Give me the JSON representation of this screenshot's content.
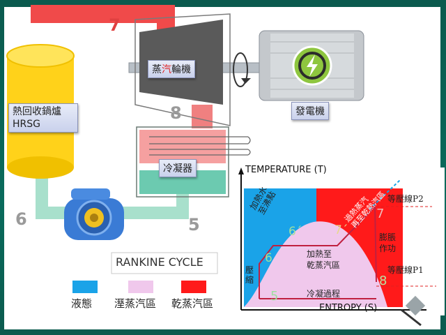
{
  "labels": {
    "turbine_part1": "蒸",
    "turbine_part2": "汽",
    "turbine_part3": "輪機",
    "hrsg_line1": "熱回收鍋爐",
    "hrsg_line2": "HRSG",
    "generator": "發電機",
    "condenser": "冷凝器",
    "rankine": "RANKINE CYCLE"
  },
  "numbers": {
    "n7": "7",
    "n8": "8",
    "n6": "6",
    "n5": "5"
  },
  "legend": [
    {
      "label": "液態",
      "color": "#1aa3e8"
    },
    {
      "label": "溼蒸汽區",
      "color": "#f0c8ec"
    },
    {
      "label": "乾蒸汽區",
      "color": "#ff1a1a"
    }
  ],
  "ts_diagram": {
    "y_axis": "TEMPERATURE (T)",
    "x_axis": "ENTROPY (S)",
    "text_heat_water_line1": "加熱水",
    "text_heat_water_line2": "至沸點",
    "text_superheat_line1": "過熱蒸汽",
    "text_superheat_line2": "再至乾熱汽區",
    "text_heat_dry_line1": "加熱至",
    "text_heat_dry_line2": "乾蒸汽區",
    "text_compress": "壓縮",
    "text_condense": "冷凝過程",
    "text_expand_line1": "膨脹",
    "text_expand_line2": "作功",
    "text_p2": "等壓線P2",
    "text_p1": "等壓線P1",
    "pt_6": "6",
    "pt_6p": "6´",
    "pt_7p": "7´",
    "pt_7": "7",
    "pt_8": "8",
    "pt_5": "5"
  },
  "colors": {
    "pipe_red": "#f04a4a",
    "pipe_green": "#a8e0cc",
    "hrsg": "#ffd21a",
    "turbine": "#5a5a5a"
  }
}
